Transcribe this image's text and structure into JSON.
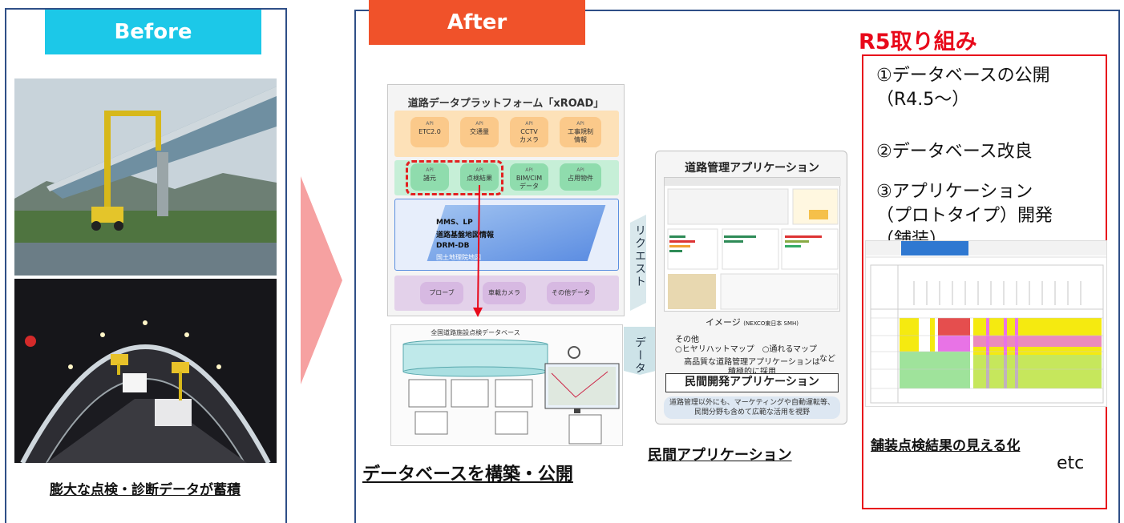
{
  "before": {
    "tag": "Before",
    "caption": "膨大な点検・診断データが蓄積"
  },
  "after": {
    "tag": "After",
    "xroad": {
      "title": "道路データプラットフォーム「xROAD」",
      "row1": [
        "ETC2.0",
        "交通量",
        "CCTV\nカメラ",
        "工事規制\n情報"
      ],
      "row2": [
        "諸元",
        "点検結果",
        "BIM/CIM\nデータ",
        "占用物件"
      ],
      "layers": [
        "MMS、LP",
        "道路基盤地図情報",
        "DRM-DB",
        "国土地理院地図"
      ],
      "row4": [
        "プローブ",
        "車載カメラ",
        "その他データ"
      ],
      "api": "API"
    },
    "db": {
      "title": "全国道路施設点検データベース"
    },
    "request_label": "リクエスト",
    "data_label": "データ",
    "app": {
      "title": "道路管理アプリケーション",
      "image_caption": "イメージ",
      "image_note": "(NEXCO東日本 SMH)",
      "other_line1": "その他",
      "other_line2": "○ヒヤリハットマップ　○通れるマップ",
      "other_line3": "など",
      "hq_line1": "高品質な道路管理アプリケーションは",
      "hq_line2": "積極的に採用",
      "civil": "民間開発アプリケーション",
      "note_line1": "道路管理以外にも、マーケティングや自動運転等、",
      "note_line2": "民間分野も含めて広範な活用を視野"
    },
    "caption_db": "データベースを構築・公開",
    "caption_app": "民間アプリケーション"
  },
  "r5": {
    "title": "R5取り組み",
    "item1_line1": "①データベースの公開",
    "item1_line2": "（R4.5～）",
    "item2": "②データベース改良",
    "item3_line1": "③アプリケーション",
    "item3_line2": "（プロトタイプ）開発",
    "item3_line3": "（舗装）",
    "pave_caption": "舗装点検結果の見える化",
    "etc": "etc"
  },
  "colors": {
    "before_tag": "#1cc8e8",
    "after_tag": "#f0522a",
    "panel_border": "#2f4f87",
    "r5_red": "#e8091a",
    "arrow_pink": "#f6a1a1"
  }
}
